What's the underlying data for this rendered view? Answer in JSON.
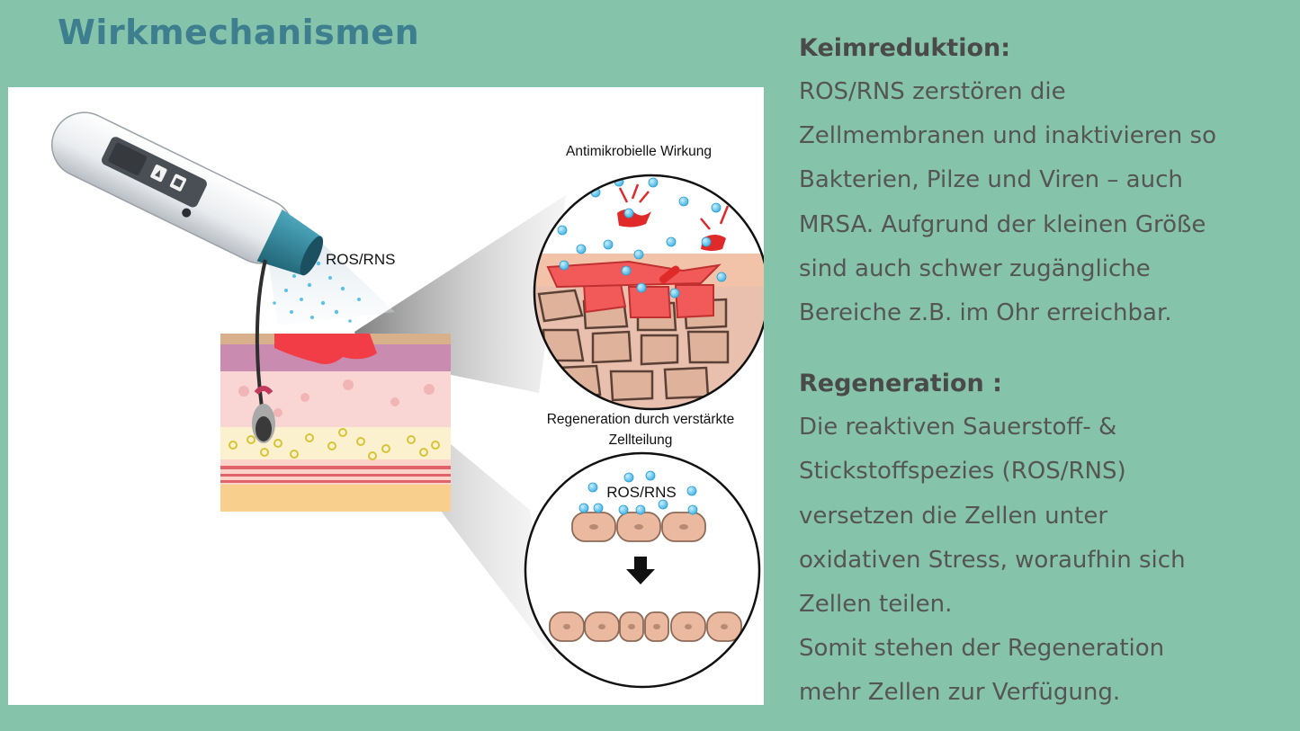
{
  "title": "Wirkmechanismen",
  "figure": {
    "spray_label": "ROS/RNS",
    "antimicrobial_caption": "Antimikrobielle Wirkung",
    "regeneration_caption_line1": "Regeneration durch verstärkte",
    "regeneration_caption_line2": "Zellteilung",
    "regeneration_ros_label": "ROS/RNS"
  },
  "sections": [
    {
      "heading": "Keimreduktion:",
      "lines": [
        "ROS/RNS zerstören die",
        "Zellmembranen und inaktivieren so",
        "Bakterien, Pilze und Viren – auch",
        "MRSA. Aufgrund der kleinen Größe",
        "sind auch schwer zugängliche",
        "Bereiche z.B. im Ohr erreichbar."
      ]
    },
    {
      "heading": "Regeneration :",
      "lines": [
        "Die reaktiven Sauerstoff- &",
        "Stickstoffspezies (ROS/RNS)",
        "versetzen die Zellen unter",
        "oxidativen Stress, woraufhin sich",
        "Zellen teilen.",
        "Somit stehen der Regeneration",
        "mehr Zellen zur Verfügung."
      ]
    }
  ],
  "colors": {
    "background": "#86c3ab",
    "title": "#3d7f8e",
    "body_text": "#555555",
    "device_teal": "#2e7f96",
    "droplet": "#5bc1e8",
    "wound_red": "#f04a4a",
    "cell_tan": "#e3b29a"
  }
}
